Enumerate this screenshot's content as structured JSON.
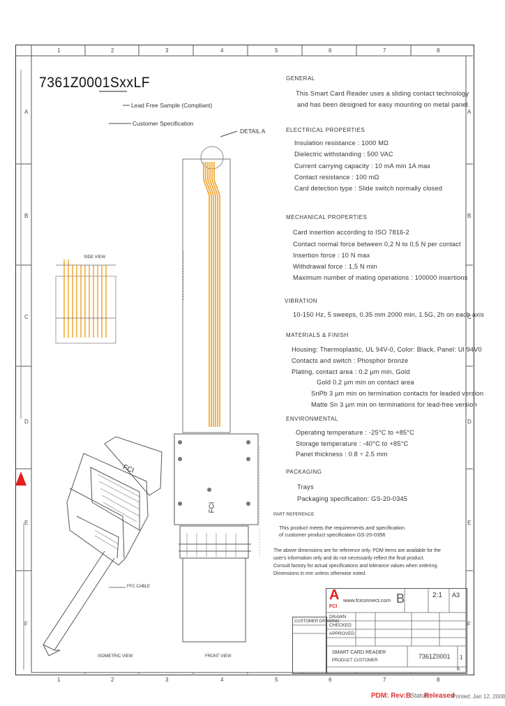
{
  "drawing": {
    "part_number": "7361Z0001SxxLF",
    "callouts": {
      "lead_free": "Lead Free Sample (Compliant)",
      "customer_spec": "Customer Specification"
    }
  },
  "zones": {
    "columns": [
      "1",
      "2",
      "3",
      "4",
      "5",
      "6",
      "7",
      "8"
    ],
    "rows": [
      "A",
      "B",
      "C",
      "D",
      "E",
      "F"
    ]
  },
  "spec": {
    "general_h": "GENERAL",
    "general": [
      "This Smart Card Reader uses a sliding contact technology",
      "and has been designed for easy mounting on metal panel."
    ],
    "electrical_h": "ELECTRICAL PROPERTIES",
    "electrical": [
      "Insulation resistance      : 1000 MΩ",
      "Dielectric withstanding    : 500 VAC",
      "Current carrying capacity  : 10 mA min 1A max",
      "Contact resistance         : 100 mΩ",
      "Card detection type        : Slide switch normally closed"
    ],
    "mechanical_h": "MECHANICAL PROPERTIES",
    "mechanical": [
      "Card insertion according to ISO 7816-2",
      "Contact normal force between 0,2 N to 0,5 N per contact",
      "Insertion force       : 10 N max",
      "Withdrawal force      : 1,5 N min",
      "Maximum number of mating operations : 100000 insertions"
    ],
    "vibration_h": "VIBRATION",
    "vibration": [
      "10-150 Hz, 5 sweeps, 0.35 mm 2000 min, 1.5G, 2h on each axis"
    ],
    "material_h": "MATERIALS & FINISH",
    "material": [
      "Housing: Thermoplastic, UL 94V-0, Color: Black, Panel: Ul 94V0",
      "Contacts and switch : Phosphor bronze",
      "Plating, contact area : 0.2 µm min, Gold",
      "Gold 0.2 µm min on contact area",
      "SnPb 3 µm min on termination contacts for leaded version",
      "Matte Sn 3 µm min on terminations for lead-free version"
    ],
    "env_h": "ENVIRONMENTAL",
    "env": [
      "Operating temperature    : -25°C to +85°C",
      "Storage temperature      : -40°C to +85°C",
      "Panel thickness          : 0.8 ÷ 2.5 mm"
    ],
    "pack_h": "PACKAGING",
    "pack": [
      "Trays",
      "Packaging specification: GS-20-0345"
    ],
    "ref_h": "PART REFERENCE",
    "ref": [
      "This product meets the requirements and specification",
      "of customer product specification GS-20-0356"
    ],
    "notes": [
      "The above dimensions are for reference only. PDM items are available for the",
      "user's information only and do not necessarily reflect the final product.",
      "Consult factory for actual specifications and tolerance values when ordering.",
      "Dimensions in mm unless otherwise noted."
    ]
  },
  "view_labels": {
    "detail": "DETAIL A",
    "side": "SIDE VIEW",
    "iso": "ISOMETRIC VIEW",
    "front": "FRONT VIEW",
    "cable": "FFC CABLE"
  },
  "title_block": {
    "company": "FCI",
    "company_full": "www.fciconnect.com",
    "logo_letter": "A",
    "product_title": "SMART CARD READER",
    "product_type": "PRODUCT CUSTOMER",
    "doc_number": "7361Z0001",
    "sheet": "1",
    "size": "A3",
    "scale": "2:1",
    "rev_box": "B",
    "drawn": "DRAWN",
    "checked": "CHECKED",
    "approved": "APPROVED",
    "customer_drawing": "CUSTOMER DRAWING",
    "rev_letter": "B"
  },
  "footer": {
    "pdm": "PDM: Rev:B",
    "status_label": "Status:",
    "status": "Released",
    "printed": "Printed: Jan 12, 2008"
  },
  "colors": {
    "contact_orange": "#f0a020",
    "logo_red": "#e02020",
    "footer_red": "#e03030"
  }
}
